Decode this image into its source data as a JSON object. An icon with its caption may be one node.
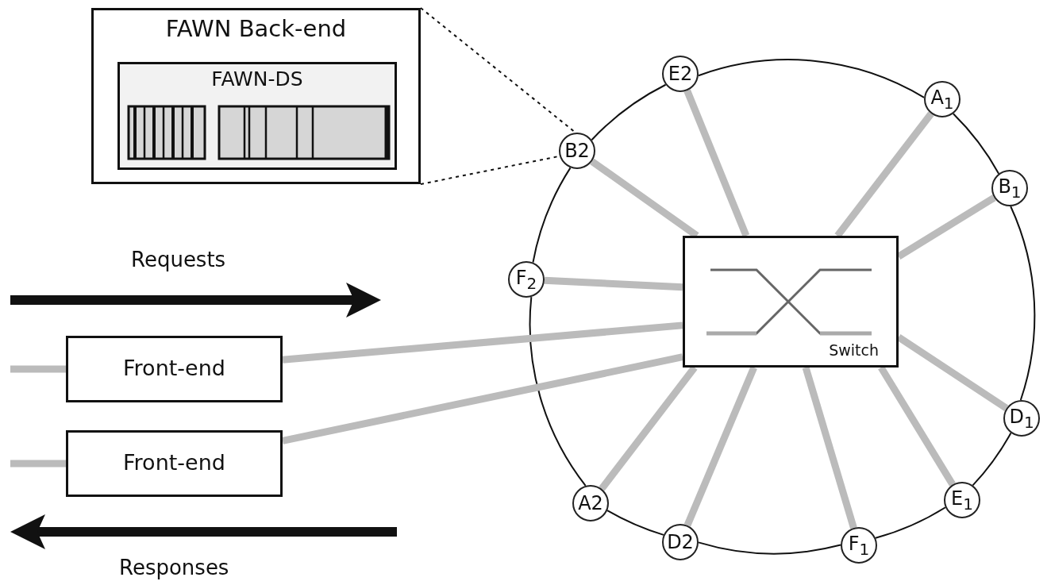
{
  "diagram": {
    "nodes": [
      {
        "text": [
          "FAWN Back-end"
        ]
      },
      {
        "text": [
          "FAWN-DS"
        ],
        "in": 0
      },
      {
        "text": [
          "Switch"
        ]
      },
      {
        "text": [
          "Front-end"
        ]
      },
      {
        "text": [
          "Front-end"
        ]
      },
      {
        "text": [
          "E2"
        ]
      },
      {
        "text": [
          "A$_{1}$"
        ]
      },
      {
        "text": [
          "B2"
        ]
      },
      {
        "text": [
          "B$_{1}$"
        ]
      },
      {
        "text": [
          "F$_{2}$"
        ]
      },
      {
        "text": [
          "D$_{1}$"
        ]
      },
      {
        "text": [
          "E$_{1}$"
        ]
      },
      {
        "text": [
          "A2"
        ]
      },
      {
        "text": [
          "D2"
        ]
      },
      {
        "text": [
          "F$_{1}$"
        ]
      }
    ],
    "edges": [
      {
        "from": 0,
        "to": 7,
        "arrow": "none",
        "style": "dashed",
        "color": "#111111"
      },
      {
        "from": 0,
        "to": 7,
        "arrow": "none",
        "style": "dashed",
        "color": "#111111"
      },
      {
        "from": 5,
        "to": 6,
        "arrow": "none",
        "color": "#111111"
      },
      {
        "from": 6,
        "to": 8,
        "arrow": "none",
        "color": "#111111"
      },
      {
        "from": 8,
        "to": 10,
        "arrow": "none",
        "color": "#111111"
      },
      {
        "from": 10,
        "to": 11,
        "arrow": "none",
        "color": "#111111"
      },
      {
        "from": 11,
        "to": 14,
        "arrow": "none",
        "color": "#111111"
      },
      {
        "from": 14,
        "to": 13,
        "arrow": "none",
        "color": "#111111"
      },
      {
        "from": 13,
        "to": 12,
        "arrow": "none",
        "color": "#111111"
      },
      {
        "from": 12,
        "to": 9,
        "arrow": "none",
        "color": "#111111"
      },
      {
        "from": 9,
        "to": 7,
        "arrow": "none",
        "color": "#111111"
      },
      {
        "from": 7,
        "to": 5,
        "arrow": "none",
        "color": "#111111"
      },
      {
        "from": 5,
        "to": 2,
        "arrow": "none"
      },
      {
        "from": 6,
        "to": 2,
        "arrow": "none"
      },
      {
        "from": 7,
        "to": 2,
        "arrow": "none"
      },
      {
        "from": 8,
        "to": 2,
        "arrow": "none"
      },
      {
        "from": 9,
        "to": 2,
        "arrow": "none"
      },
      {
        "from": 10,
        "to": 2,
        "arrow": "none"
      },
      {
        "from": 11,
        "to": 2,
        "arrow": "none"
      },
      {
        "from": 12,
        "to": 2,
        "arrow": "none"
      },
      {
        "from": 13,
        "to": 2,
        "arrow": "none"
      },
      {
        "from": 14,
        "to": 2,
        "arrow": "none"
      },
      {
        "from": 3,
        "to": 2,
        "arrow": "none"
      },
      {
        "from": 4,
        "to": 2,
        "arrow": "none"
      },
      {
        "from": null,
        "to": 3,
        "arrow": "none"
      },
      {
        "from": null,
        "to": 4,
        "arrow": "none"
      }
    ],
    "labels": [
      "Requests",
      "Responses"
    ]
  }
}
